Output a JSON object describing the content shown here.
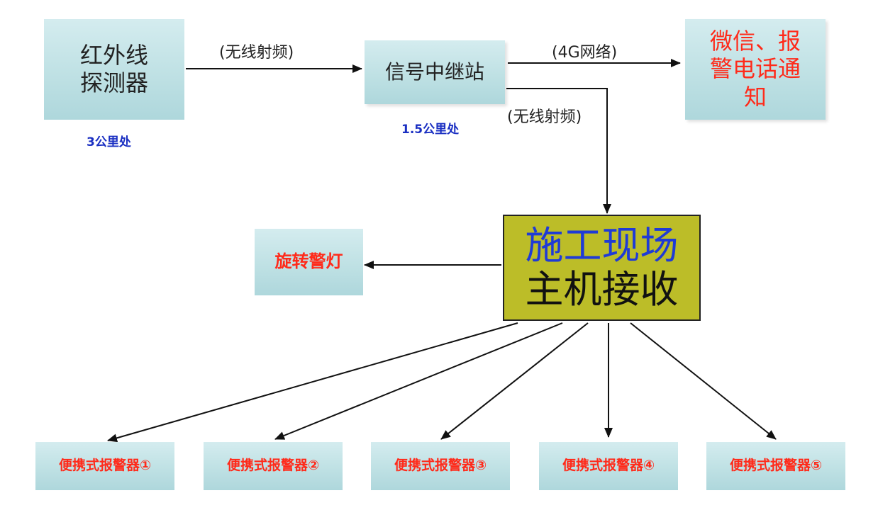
{
  "nodes": {
    "detector": "红外线\n探测器",
    "detector_note": "3公里处",
    "relay": "信号中继站",
    "relay_note": "1.5公里处",
    "notify": "微信、报\n警电话通\n知",
    "host_line1": "施工现场",
    "host_line2": "主机接收",
    "lamp": "旋转警灯",
    "alarms": [
      "便携式报警器①",
      "便携式报警器②",
      "便携式报警器③",
      "便携式报警器④",
      "便携式报警器⑤"
    ]
  },
  "links": {
    "detector_to_relay": "(无线射频)",
    "relay_to_notify": "(4G网络)",
    "relay_to_host": "(无线射频)"
  },
  "colors": {
    "box_fill": "#bfe1e4",
    "host_fill": "#bcbd28",
    "host_line1": "#1f3bd6",
    "alert_red": "#ff2a1a",
    "note_blue": "#1a2fc2"
  }
}
